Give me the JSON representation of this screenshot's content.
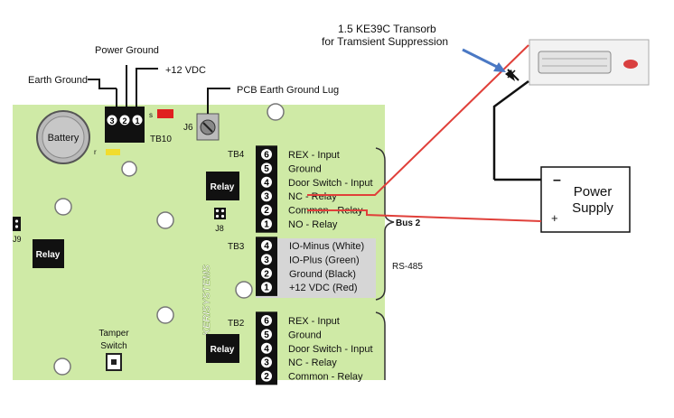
{
  "annotations": {
    "transorb_line1": "1.5 KE39C Transorb",
    "transorb_line2": "for Tramsient Suppression",
    "power_ground": "Power Ground",
    "earth_ground": "Earth Ground",
    "plus_12vdc": "+12 VDC",
    "pcb_lug": "PCB Earth Ground Lug"
  },
  "board": {
    "battery": "Battery",
    "tb10": "TB10",
    "tb10_pins": [
      "3",
      "2",
      "1"
    ],
    "s_label": "s",
    "r_label": "r",
    "j6": "J6",
    "j8": "J8",
    "j9": "J9",
    "relay_main": "Relay",
    "relay_left": "Relay",
    "relay_tb2": "Relay",
    "tb4": "TB4",
    "tb3": "TB3",
    "tb2": "TB2",
    "brand": "KERISYSTEMS",
    "tamper_line1": "Tamper",
    "tamper_line2": "Switch"
  },
  "tb4_terminals": [
    {
      "num": "6",
      "label": "REX - Input"
    },
    {
      "num": "5",
      "label": "Ground"
    },
    {
      "num": "4",
      "label": "Door Switch - Input"
    },
    {
      "num": "3",
      "label": "NC - Relay"
    },
    {
      "num": "2",
      "label": "Common - Relay"
    },
    {
      "num": "1",
      "label": "NO - Relay"
    }
  ],
  "tb3_terminals": [
    {
      "num": "4",
      "label": "IO-Minus (White)"
    },
    {
      "num": "3",
      "label": "IO-Plus (Green)"
    },
    {
      "num": "2",
      "label": "Ground (Black)"
    },
    {
      "num": "1",
      "label": "+12 VDC (Red)"
    }
  ],
  "tb2_terminals": [
    {
      "num": "6",
      "label": "REX - Input"
    },
    {
      "num": "5",
      "label": "Ground"
    },
    {
      "num": "4",
      "label": "Door Switch - Input"
    },
    {
      "num": "3",
      "label": "NC - Relay"
    },
    {
      "num": "2",
      "label": "Common - Relay"
    }
  ],
  "bus_label": "Bus 2",
  "rs485_label": "RS-485",
  "power_supply": {
    "line1": "Power",
    "line2": "Supply",
    "minus": "–",
    "plus": "+"
  },
  "colors": {
    "board_green": "#cfeaa6",
    "wire_red": "#e0403a",
    "arrow_blue": "#4a78c4",
    "tb3_highlight": "#d6d6d6"
  }
}
